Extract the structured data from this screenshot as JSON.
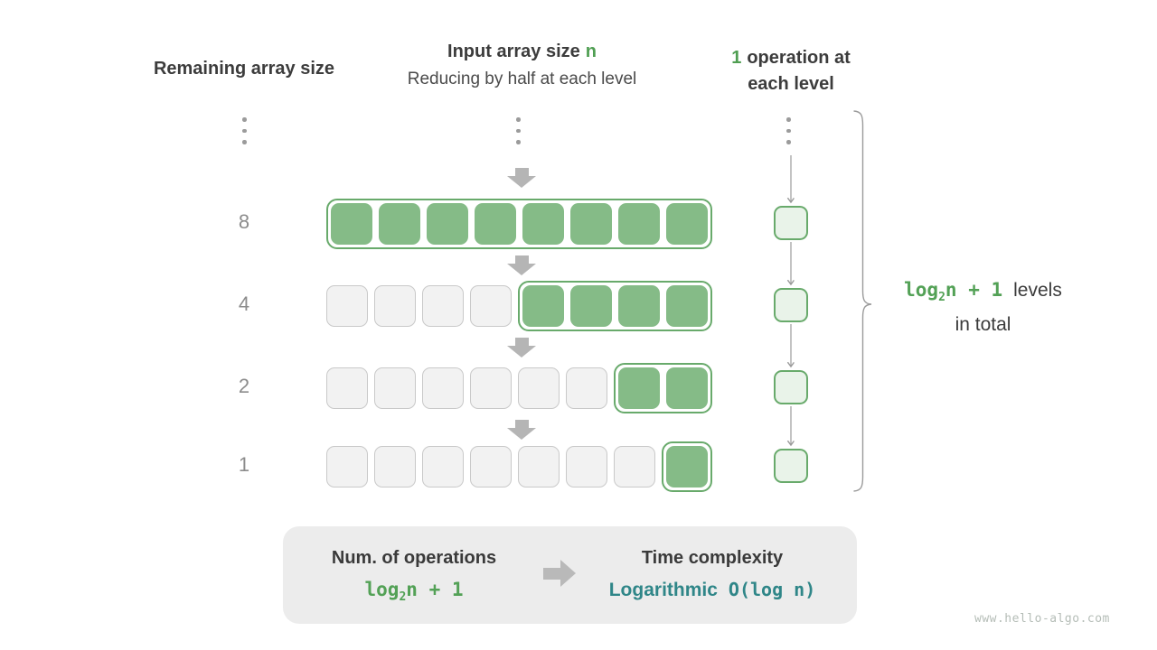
{
  "headers": {
    "left": "Remaining array size",
    "center": {
      "title": "Input array size",
      "accent": "n",
      "subtitle": "Reducing by half at each level"
    },
    "right": {
      "accent": "1",
      "line1": "operation at",
      "line2": "each level"
    }
  },
  "diagram": {
    "rows": [
      {
        "label": "8",
        "gray": 0,
        "green": 8
      },
      {
        "label": "4",
        "gray": 4,
        "green": 4
      },
      {
        "label": "2",
        "gray": 6,
        "green": 2
      },
      {
        "label": "1",
        "gray": 7,
        "green": 1
      }
    ],
    "brace": {
      "formula_pre": "log",
      "formula_sub": "2",
      "formula_post": "n + 1",
      "label_line1": "levels",
      "label_line2": "in total"
    }
  },
  "summary": {
    "left_title": "Num. of operations",
    "formula_pre": "log",
    "formula_sub": "2",
    "formula_post": "n + 1",
    "right_title": "Time complexity",
    "complexity_name": "Logarithmic",
    "complexity_bigo": "O(log n)"
  },
  "watermark": "www.hello-algo.com",
  "colors": {
    "accent_green_text": "#4f9e52",
    "formula_green": "#53a156",
    "box_green": "#85bb87",
    "border_green": "#68aa6b",
    "op_box_fill": "#e9f3e9",
    "gray_cell_fill": "#f2f2f2",
    "gray_cell_border": "#c9c9c9",
    "block_arrow": "#b5b5b5",
    "thin_arrow": "#9b9b9b",
    "teal": "#2f8688",
    "panel_bg": "#ececec"
  }
}
